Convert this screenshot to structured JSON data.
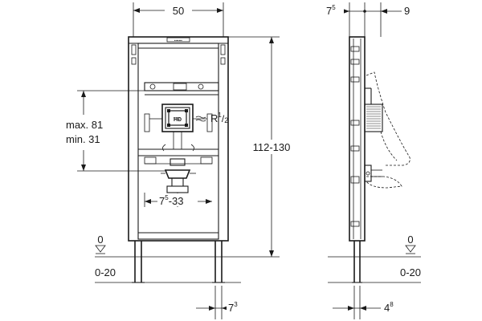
{
  "front_view": {
    "width_label": "50",
    "height_label": "112-130",
    "connection_height_max": "max. 81",
    "connection_height_min": "min. 31",
    "thread_label_base": "R",
    "thread_label_sup": "1",
    "thread_label_sub": "2",
    "drain_range_base": "7",
    "drain_range_sup": "5",
    "drain_range_suffix": "-33",
    "floor_level": "0",
    "floor_range": "0-20",
    "foot_offset_base": "7",
    "foot_offset_sup": "3"
  },
  "side_view": {
    "top_left_base": "7",
    "top_left_sup": "5",
    "top_right": "9",
    "floor_level": "0",
    "floor_range": "0-20",
    "bottom_base": "4",
    "bottom_sup": "8"
  },
  "colors": {
    "line": "#1a1a1a",
    "background": "#ffffff"
  }
}
